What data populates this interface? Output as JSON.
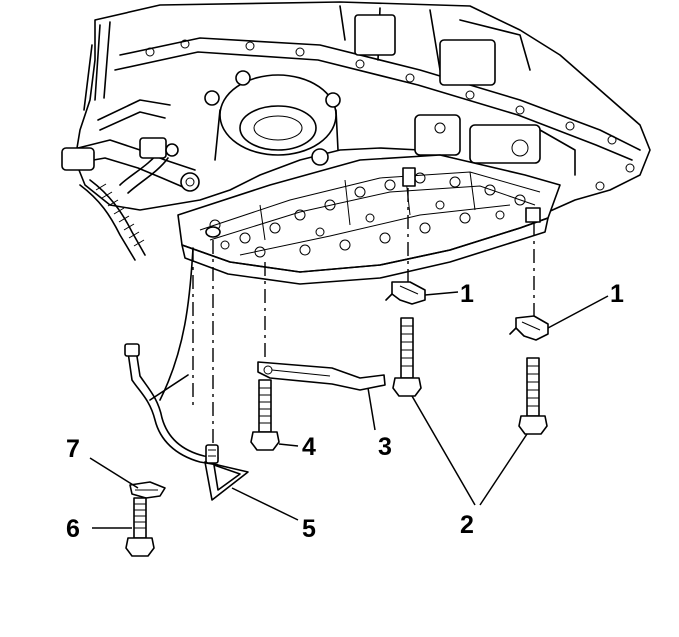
{
  "callouts": {
    "c1a": "1",
    "c1b": "1",
    "c2": "2",
    "c3": "3",
    "c4": "4",
    "c5": "5",
    "c6": "6",
    "c7": "7"
  }
}
